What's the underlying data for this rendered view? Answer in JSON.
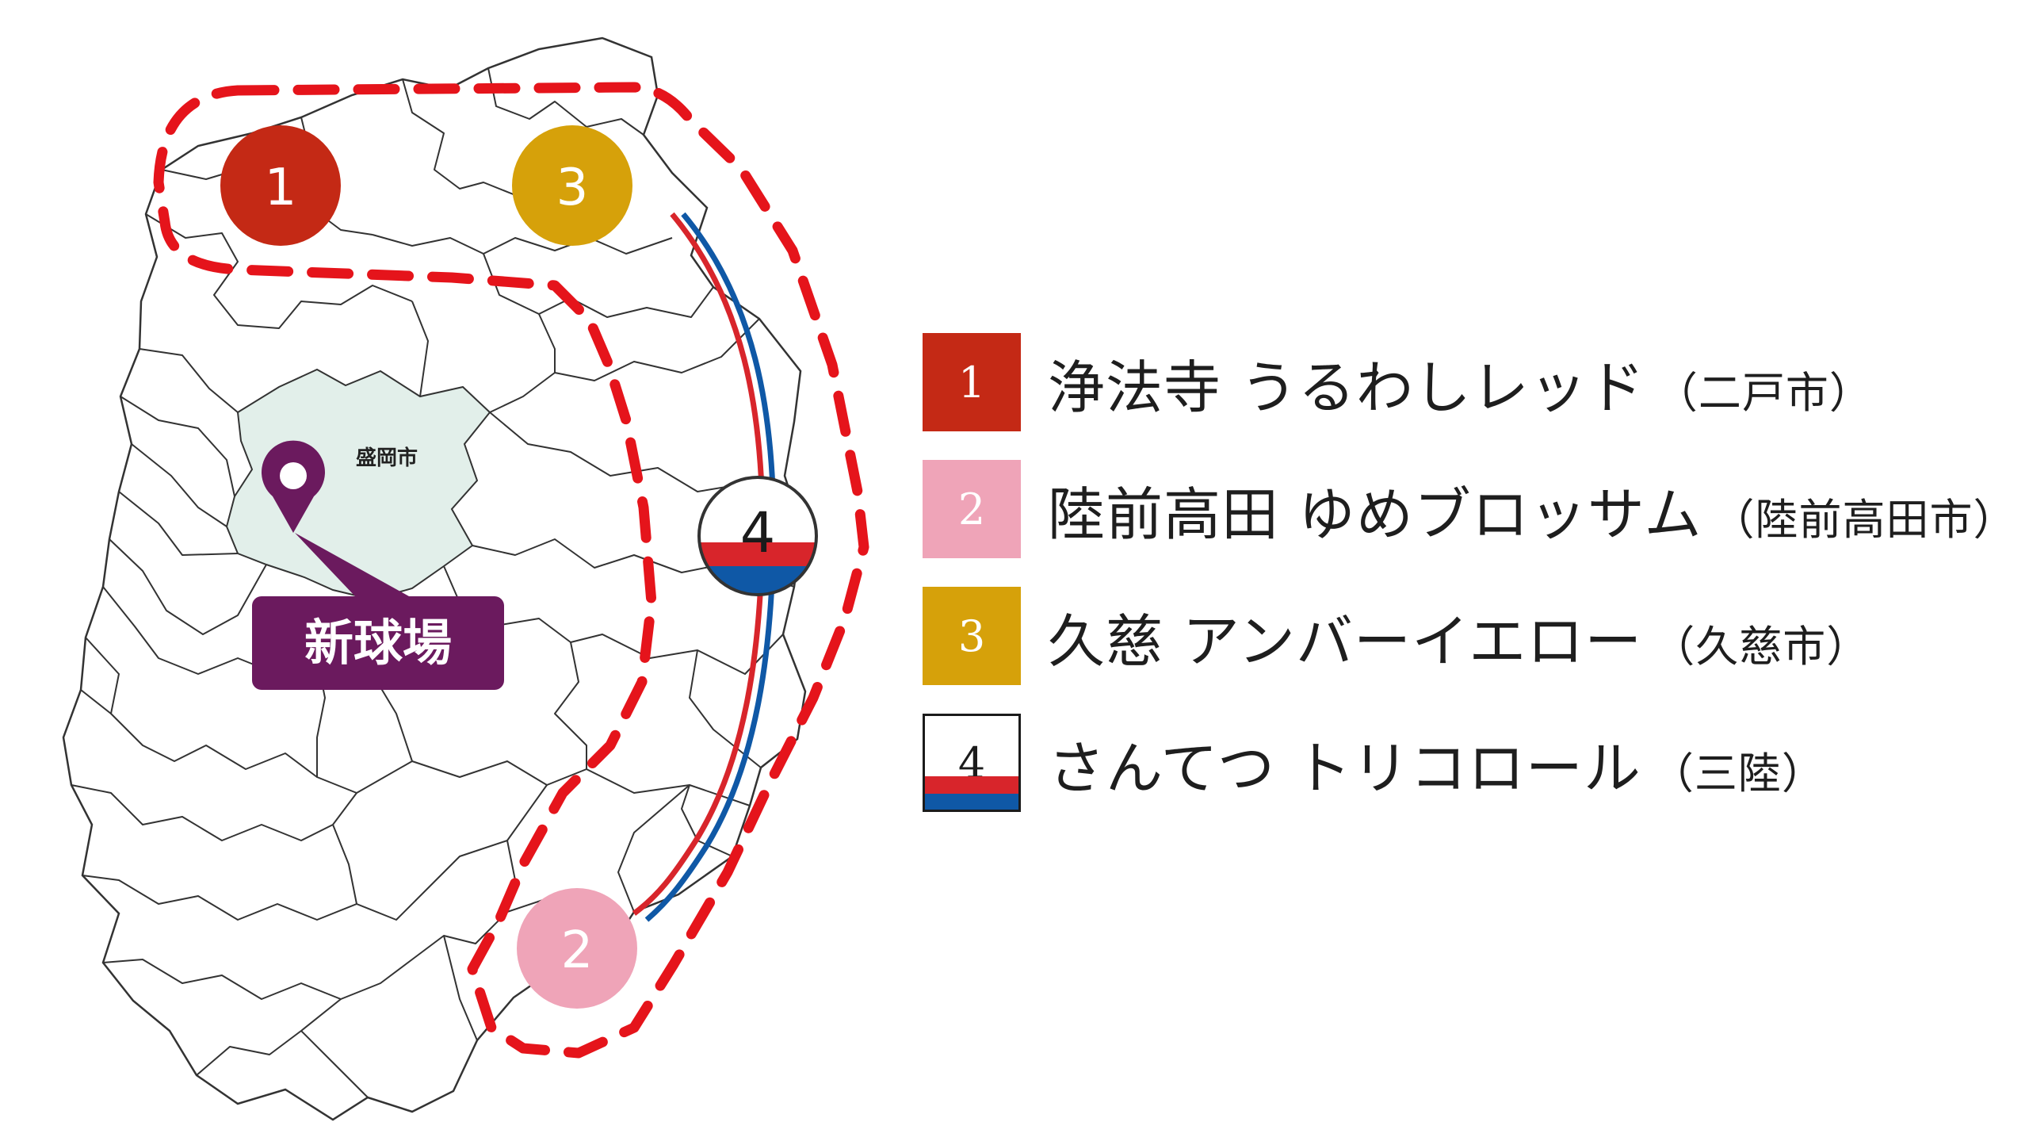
{
  "map": {
    "city_label": "盛岡市",
    "stadium_label": "新球場",
    "markers": [
      {
        "number": "1",
        "color": "#c42915"
      },
      {
        "number": "3",
        "color": "#d6a10a"
      },
      {
        "number": "2",
        "color": "#efa4b8"
      },
      {
        "number": "4",
        "color": "#ffffff"
      }
    ]
  },
  "colors": {
    "zone_outline": "#e5141b",
    "region_fill": "#e2efea",
    "border": "#333333",
    "stadium_badge": "#6b1a5e",
    "rail_red": "#d8252b",
    "rail_blue": "#0f58a6"
  },
  "legend": {
    "items": [
      {
        "number": "1",
        "name": "浄法寺 うるわしレッド",
        "city": "（二戸市）",
        "color": "#c42915"
      },
      {
        "number": "2",
        "name": "陸前高田 ゆめブロッサム",
        "city": "（陸前高田市）",
        "color": "#efa4b8"
      },
      {
        "number": "3",
        "name": "久慈 アンバーイエロー",
        "city": "（久慈市）",
        "color": "#d6a10a"
      },
      {
        "number": "4",
        "name": "さんてつ トリコロール",
        "city": "（三陸）",
        "color": "#ffffff"
      }
    ]
  }
}
